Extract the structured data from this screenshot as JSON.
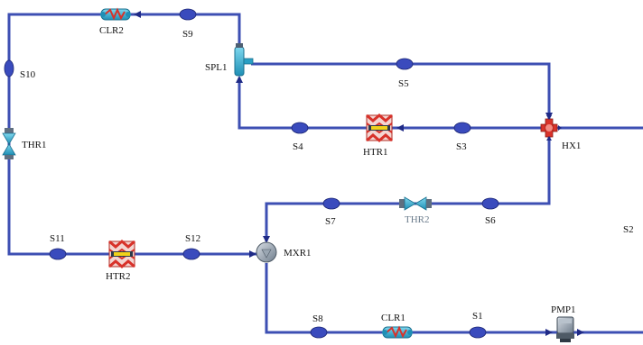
{
  "streams": {
    "s1": "S1",
    "s2": "S2",
    "s3": "S3",
    "s4": "S4",
    "s5": "S5",
    "s6": "S6",
    "s7": "S7",
    "s8": "S8",
    "s9": "S9",
    "s10": "S10",
    "s11": "S11",
    "s12": "S12"
  },
  "units": {
    "clr1": "CLR1",
    "clr2": "CLR2",
    "htr1": "HTR1",
    "htr2": "HTR2",
    "thr1": "THR1",
    "thr2": "THR2",
    "spl1": "SPL1",
    "mxr1": "MXR1",
    "hx1": "HX1",
    "pmp1": "PMP1"
  },
  "colors": {
    "pipe": "#3d4fb3",
    "heater_red": "#d8322a",
    "cooler_cyan": "#34b4d6",
    "vessel_gray": "#8a98a8"
  }
}
